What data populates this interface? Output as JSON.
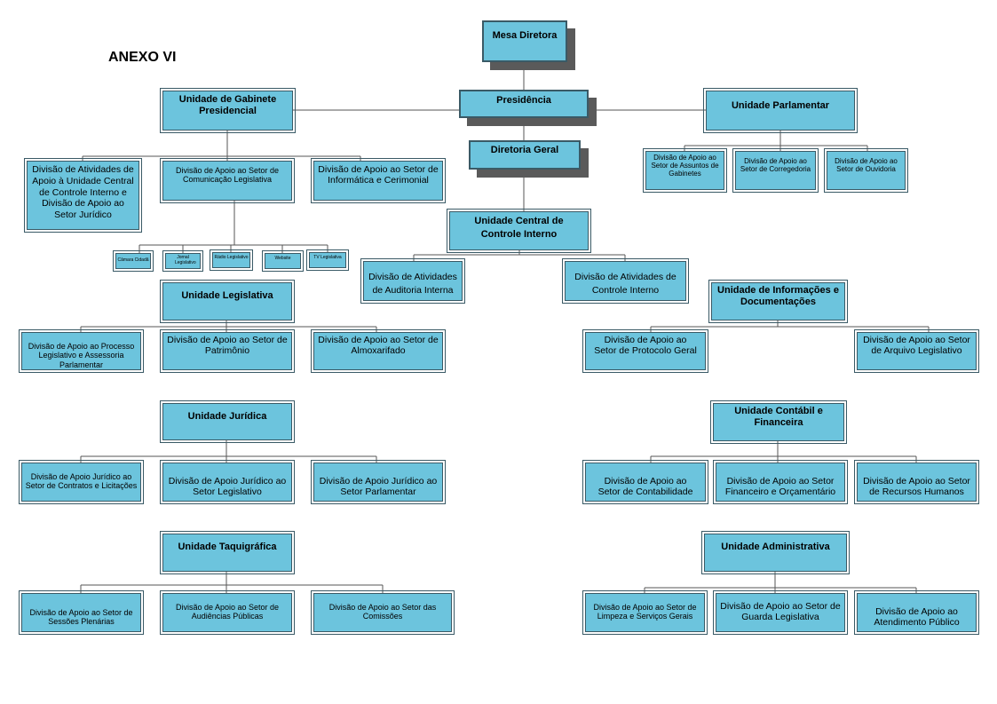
{
  "title": "ANEXO VI",
  "colors": {
    "box_fill": "#6cc4dd",
    "box_border": "#3a5a66",
    "shadow": "#5a5a5a"
  },
  "nodes": {
    "mesa": "Mesa Diretora",
    "presidencia": "Presidência",
    "diretoria": "Diretoria Geral",
    "gabinete": "Unidade de Gabinete Presidencial",
    "parlamentar": "Unidade Parlamentar",
    "div_atividades_apoio": "Divisão de Atividades de Apoio à Unidade Central de Controle Interno e Divisão de Apoio ao Setor Jurídico",
    "div_comunicacao": "Divisão de Apoio ao Setor de Comunicação Legislativa",
    "div_informatica": "Divisão de Apoio ao Setor de Informática e Cerimonial",
    "camara_cidada": "Câmara Cidadã",
    "jornal": "Jornal Legislativo",
    "radio": "Rádio Legislativo",
    "website": "Website",
    "tv": "TV Legislativa",
    "div_gabinetes": "Divisão de Apoio ao Setor de Assuntos de Gabinetes",
    "div_corregedoria": "Divisão de Apoio ao Setor de Corregedoria",
    "div_ouvidoria": "Divisão de Apoio ao Setor de Ouvidoria",
    "controle_interno": "Unidade Central de Controle Interno",
    "div_auditoria": "Divisão de Atividades de Auditoria Interna",
    "div_controle": "Divisão de Atividades de Controle Interno",
    "legislativa": "Unidade Legislativa",
    "div_processo": "Divisão de Apoio ao Processo Legislativo e Assessoria Parlamentar",
    "div_patrimonio": "Divisão de Apoio ao Setor de Patrimônio",
    "div_almoxarifado": "Divisão de Apoio ao Setor de Almoxarifado",
    "informacoes": "Unidade de Informações e Documentações",
    "div_protocolo": "Divisão de Apoio ao Setor de Protocolo Geral",
    "div_arquivo": "Divisão de Apoio ao Setor de Arquivo Legislativo",
    "juridica": "Unidade Jurídica",
    "div_contratos": "Divisão de Apoio Jurídico ao Setor de Contratos e Licitações",
    "div_jur_legislativo": "Divisão de Apoio Jurídico ao Setor Legislativo",
    "div_jur_parlamentar": "Divisão de Apoio Jurídico ao Setor Parlamentar",
    "contabil": "Unidade Contábil e Financeira",
    "div_contabilidade": "Divisão de Apoio ao Setor de Contabilidade",
    "div_financeiro": "Divisão de Apoio ao Setor Financeiro e Orçamentário",
    "div_rh": "Divisão de Apoio ao Setor de Recursos Humanos",
    "taquigrafica": "Unidade Taquigráfica",
    "div_sessoes": "Divisão de Apoio ao Setor de Sessões Plenárias",
    "div_audiencias": "Divisão de Apoio ao Setor de Audiências Públicas",
    "div_comissoes": "Divisão de Apoio ao Setor das Comissões",
    "administrativa": "Unidade Administrativa",
    "div_limpeza": "Divisão de Apoio ao Setor de Limpeza e Serviços Gerais",
    "div_guarda": "Divisão de Apoio ao Setor de Guarda Legislativa",
    "div_atendimento": "Divisão de Apoio ao Atendimento Público"
  }
}
